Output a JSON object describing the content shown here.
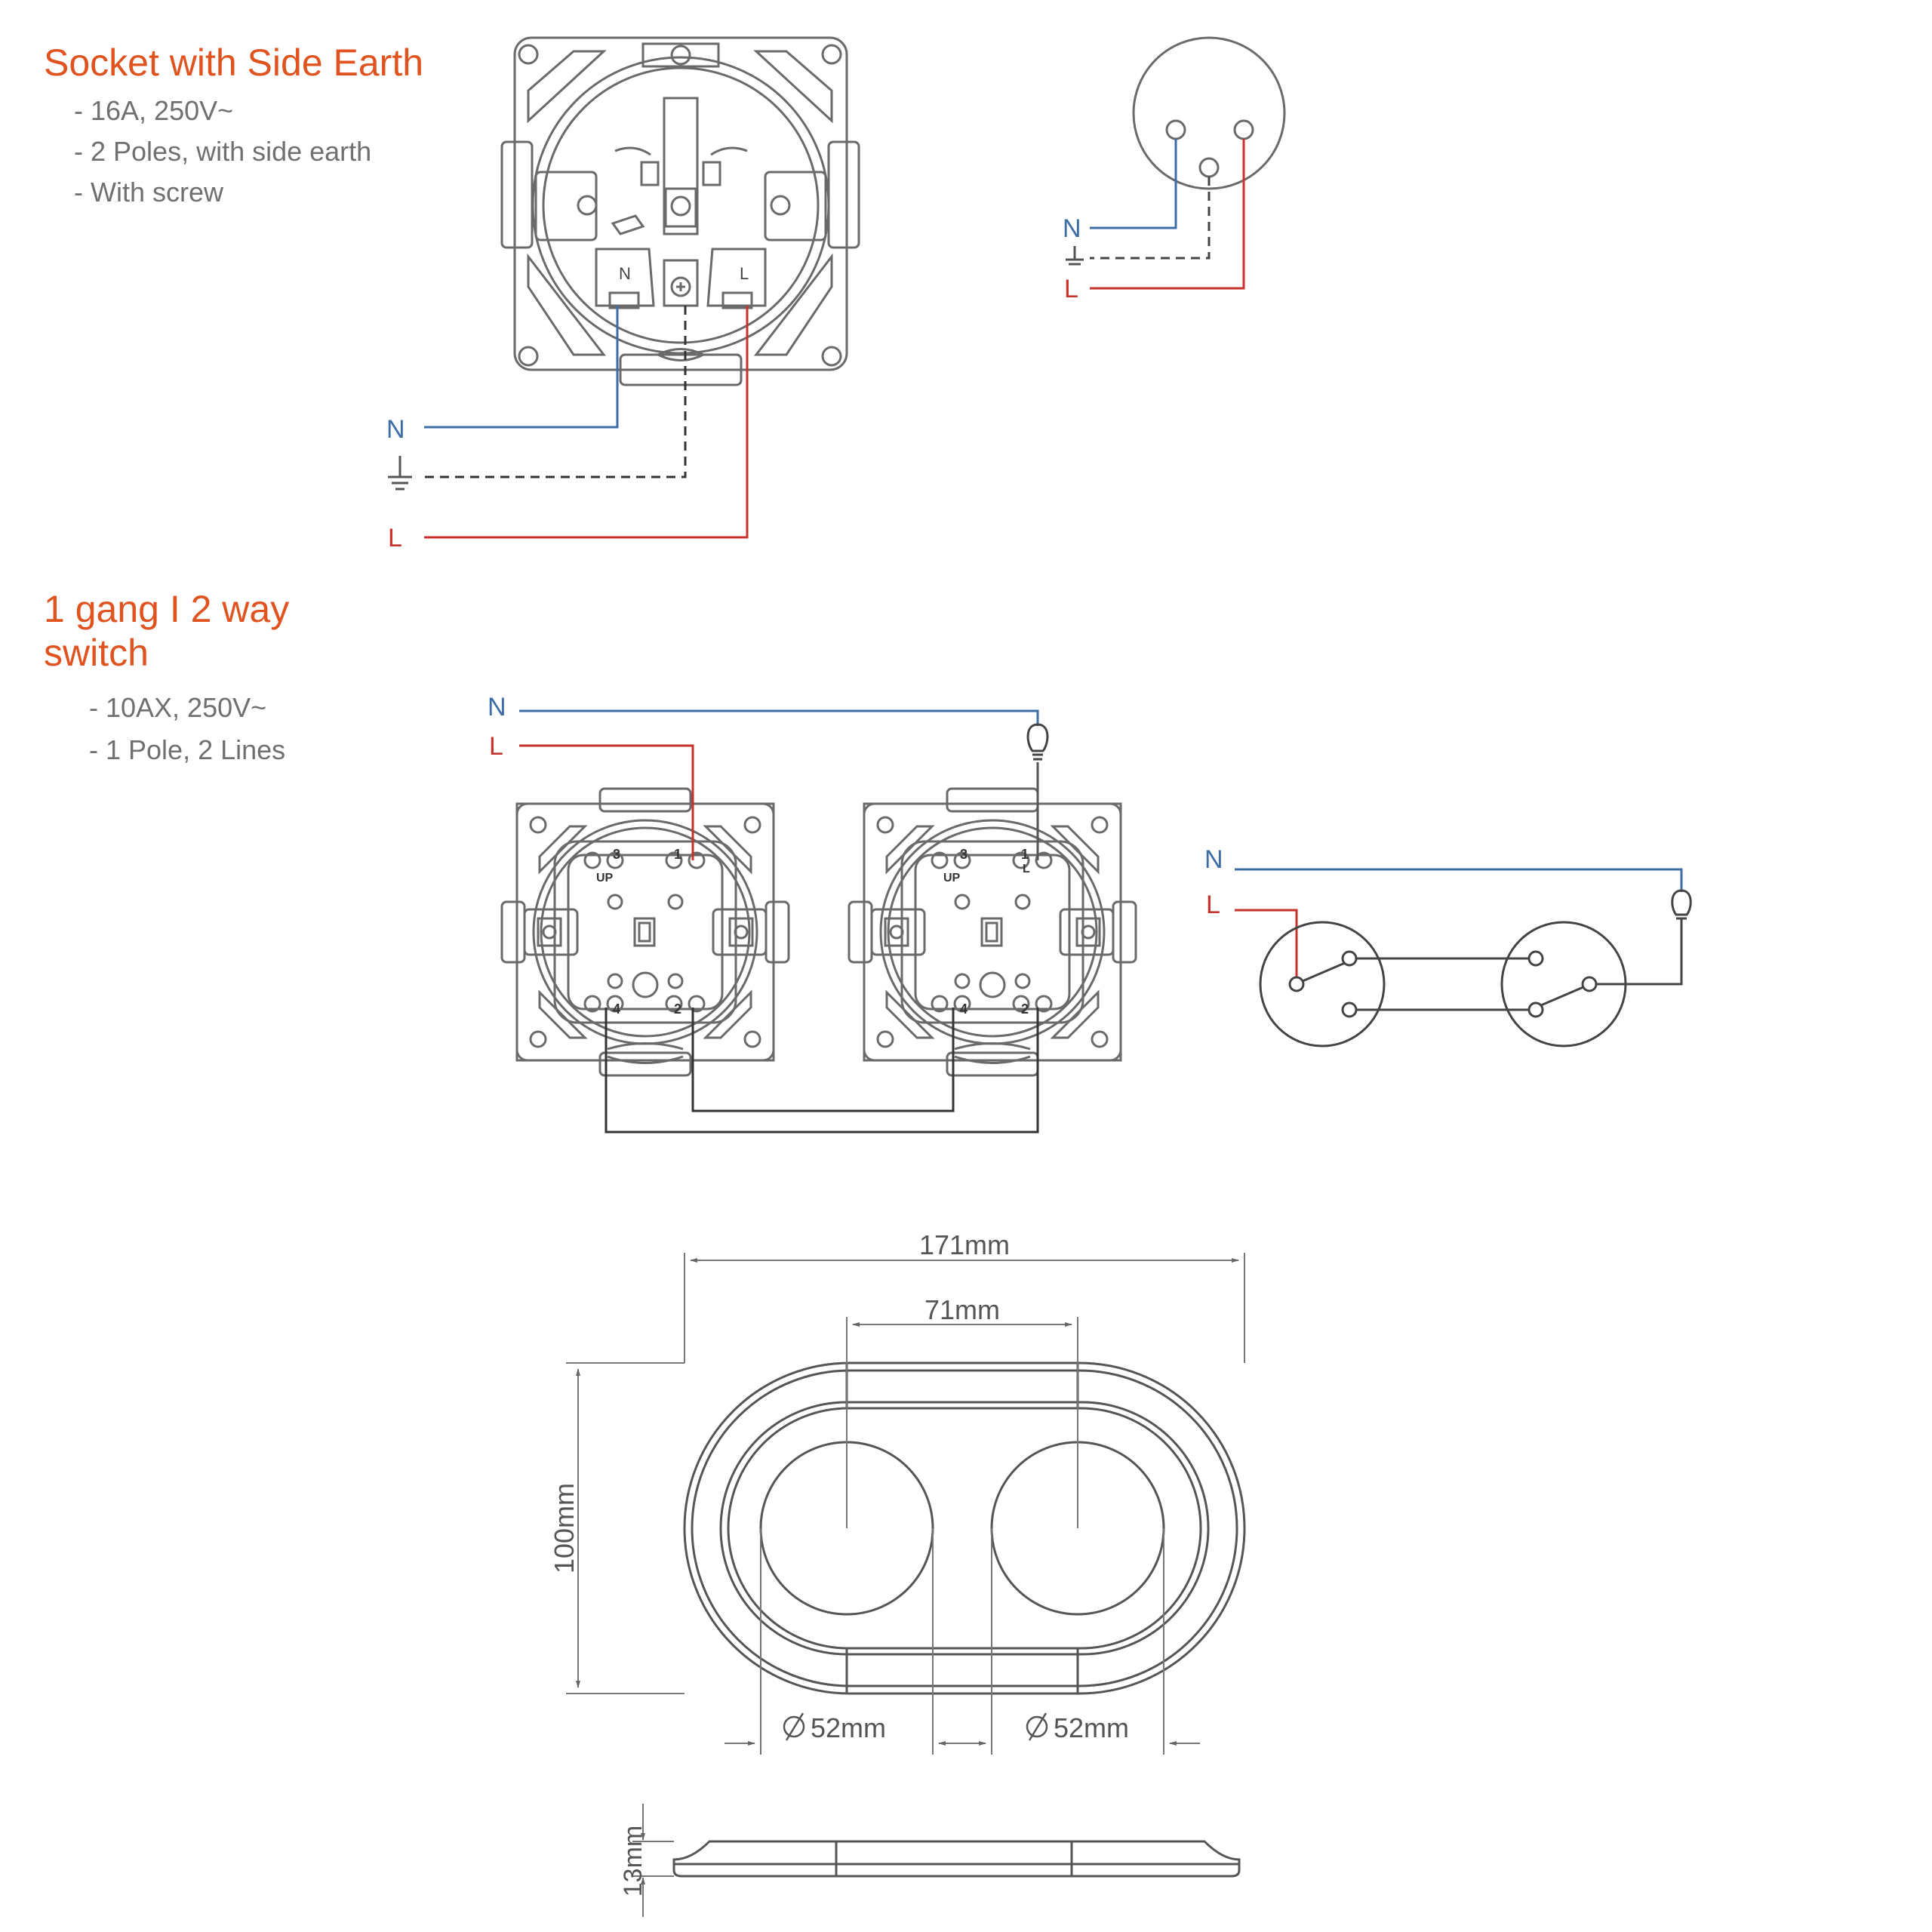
{
  "socket": {
    "title": "Socket with Side Earth",
    "specs": [
      "- 16A, 250V~",
      "- 2 Poles, with side earth",
      "- With screw"
    ],
    "wiring_labels": {
      "neutral": "N",
      "live": "L"
    },
    "terminal_labels": {
      "neutral": "N",
      "live": "L"
    }
  },
  "switch": {
    "title_line1": "1 gang I 2 way",
    "title_line2": "switch",
    "specs": [
      "- 10AX, 250V~",
      "- 1 Pole, 2 Lines"
    ],
    "wiring_labels": {
      "neutral": "N",
      "live": "L"
    },
    "terminal_labels": {
      "t1": "1",
      "t2": "2",
      "t3": "3",
      "t4": "4",
      "up": "UP",
      "live": "L"
    }
  },
  "dimensions": {
    "overall_width": "171mm",
    "center_distance": "71mm",
    "height": "100mm",
    "diameter_left": "52mm",
    "diameter_right": "52mm",
    "depth": "13mm"
  },
  "colors": {
    "heading": "#e0531f",
    "neutral_wire": "#3c6ea5",
    "live_wire": "#c8322d",
    "earth_wire": "#333333",
    "line_art": "#6a6a6a"
  }
}
